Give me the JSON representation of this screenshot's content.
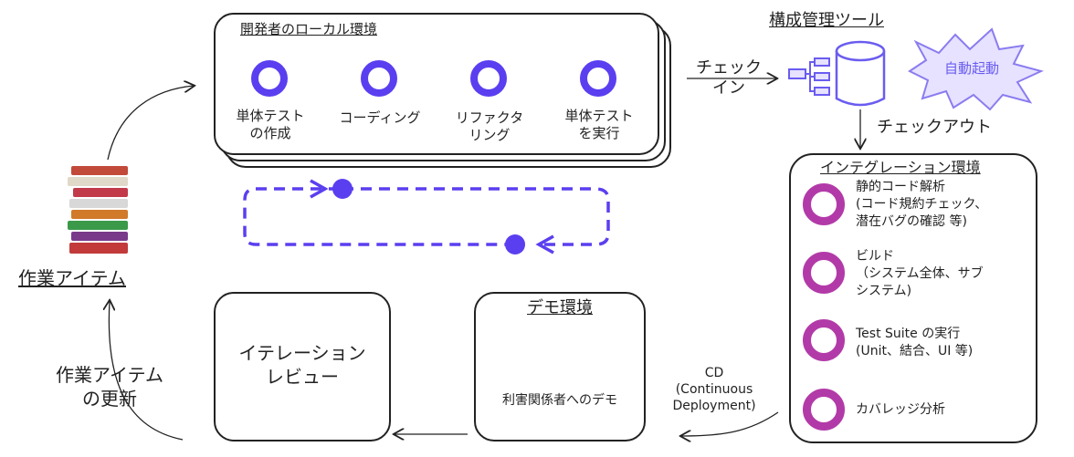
{
  "local_env": {
    "title": "開発者のローカル環境",
    "steps": [
      [
        "単体テスト",
        "の作成"
      ],
      [
        "コーディング"
      ],
      [
        "リファクタ",
        "リング"
      ],
      [
        "単体テスト",
        "を実行"
      ]
    ]
  },
  "checkin": [
    "チェック",
    "イン"
  ],
  "cm_tool": "構成管理ツール",
  "auto_start": "自動起動",
  "checkout": "チェックアウト",
  "integration": {
    "title": "インテグレーション環境",
    "steps": [
      [
        "静的コード解析",
        "(コード規約チェック、",
        "潜在バグの確認 等)"
      ],
      [
        "ビルド",
        "（システム全体、サブ",
        "システム)"
      ],
      [
        "Test Suite の実行",
        "(Unit、結合、UI 等)"
      ],
      [
        "カバレッジ分析"
      ]
    ]
  },
  "work_items": "作業アイテム",
  "work_items_update": [
    "作業アイテム",
    "の更新"
  ],
  "iteration_review": [
    "イテレーション",
    "レビュー"
  ],
  "demo_env": {
    "title": "デモ環境",
    "body": "利害関係者へのデモ"
  },
  "cd": [
    "CD",
    "(Continuous",
    "Deployment)"
  ],
  "colors": {
    "blue": "#5a3ff0",
    "purple": "#b23aa8",
    "line": "#222222",
    "burst_fill": "#e6e2ff",
    "burst_stroke": "#8a7cf0"
  }
}
